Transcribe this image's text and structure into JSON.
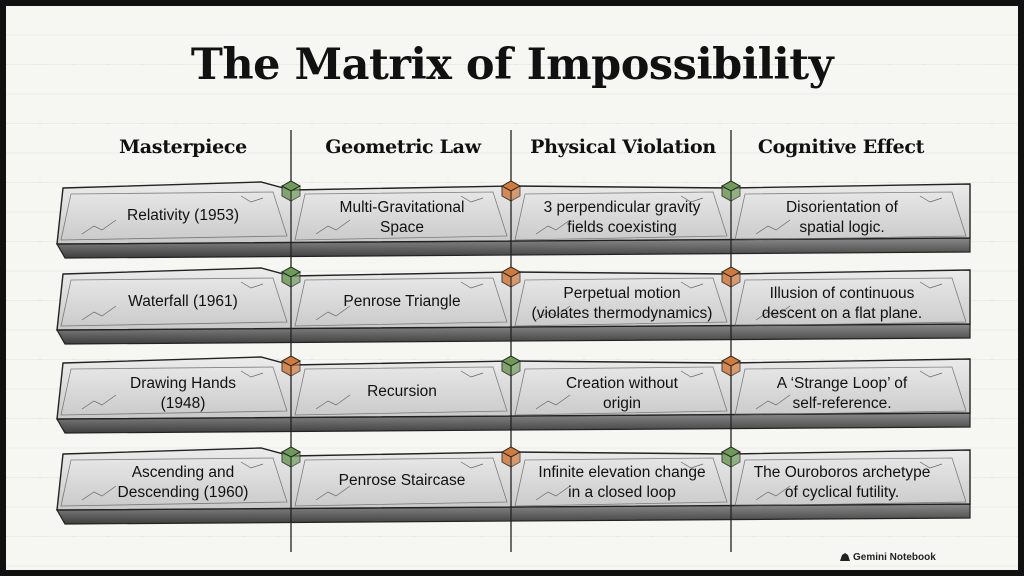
{
  "title": "The Matrix of Impossibility",
  "columns": [
    "Masterpiece",
    "Geometric Law",
    "Physical Violation",
    "Cognitive Effect"
  ],
  "rows": [
    {
      "cells": [
        "Relativity (1953)",
        "Multi-Gravitational\nSpace",
        "3 perpendicular gravity\nfields coexisting",
        "Disorientation of\nspatial logic."
      ],
      "joints": [
        "green",
        "orange",
        "green"
      ]
    },
    {
      "cells": [
        "Waterfall (1961)",
        "Penrose Triangle",
        "Perpetual motion\n(violates thermodynamics)",
        "Illusion of continuous\ndescent on a flat plane."
      ],
      "joints": [
        "green",
        "orange",
        "orange"
      ]
    },
    {
      "cells": [
        "Drawing Hands\n(1948)",
        "Recursion",
        "Creation without\norigin",
        "A ‘Strange Loop’ of\nself-reference."
      ],
      "joints": [
        "orange",
        "green",
        "orange"
      ]
    },
    {
      "cells": [
        "Ascending and\nDescending (1960)",
        "Penrose Staircase",
        "Infinite elevation change\nin a closed loop",
        "The Ouroboros archetype\nof cyclical futility."
      ],
      "joints": [
        "green",
        "orange",
        "green"
      ]
    }
  ],
  "colors": {
    "green": "#6f9b58",
    "orange": "#d07a3c"
  },
  "badge": "Gemini Notebook",
  "badge_icon": "notebook-icon"
}
